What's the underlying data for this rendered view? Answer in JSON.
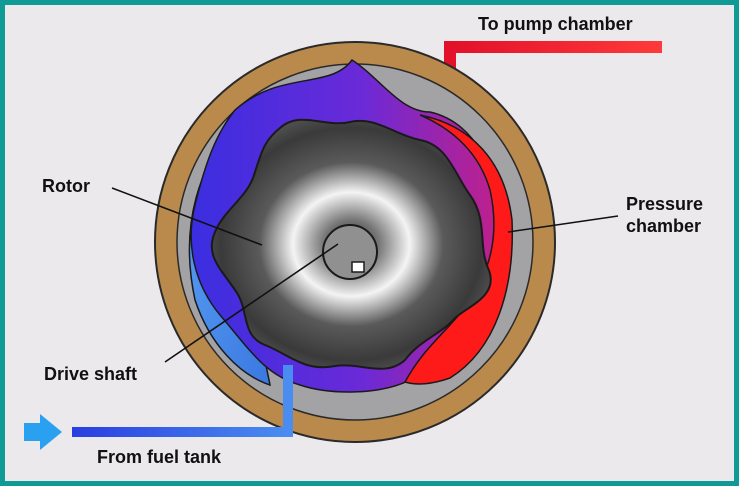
{
  "labels": {
    "to_pump": "To pump chamber",
    "rotor": "Rotor",
    "pressure_line1": "Pressure",
    "pressure_line2": "chamber",
    "drive_shaft": "Drive shaft",
    "from_tank": "From fuel tank"
  },
  "colors": {
    "frame": "#0f9a96",
    "background": "#ece9ec",
    "casing": "#b98a4c",
    "casing_inner": "#a3a3a6",
    "fuel_low_pressure": "#4a8df0",
    "fuel_transition": "#3a2ee0",
    "fuel_high_pressure": "#ff1a1a",
    "inlet_arrow": "#2aa0f0"
  },
  "icons": {
    "inlet": "arrow-right-icon"
  }
}
